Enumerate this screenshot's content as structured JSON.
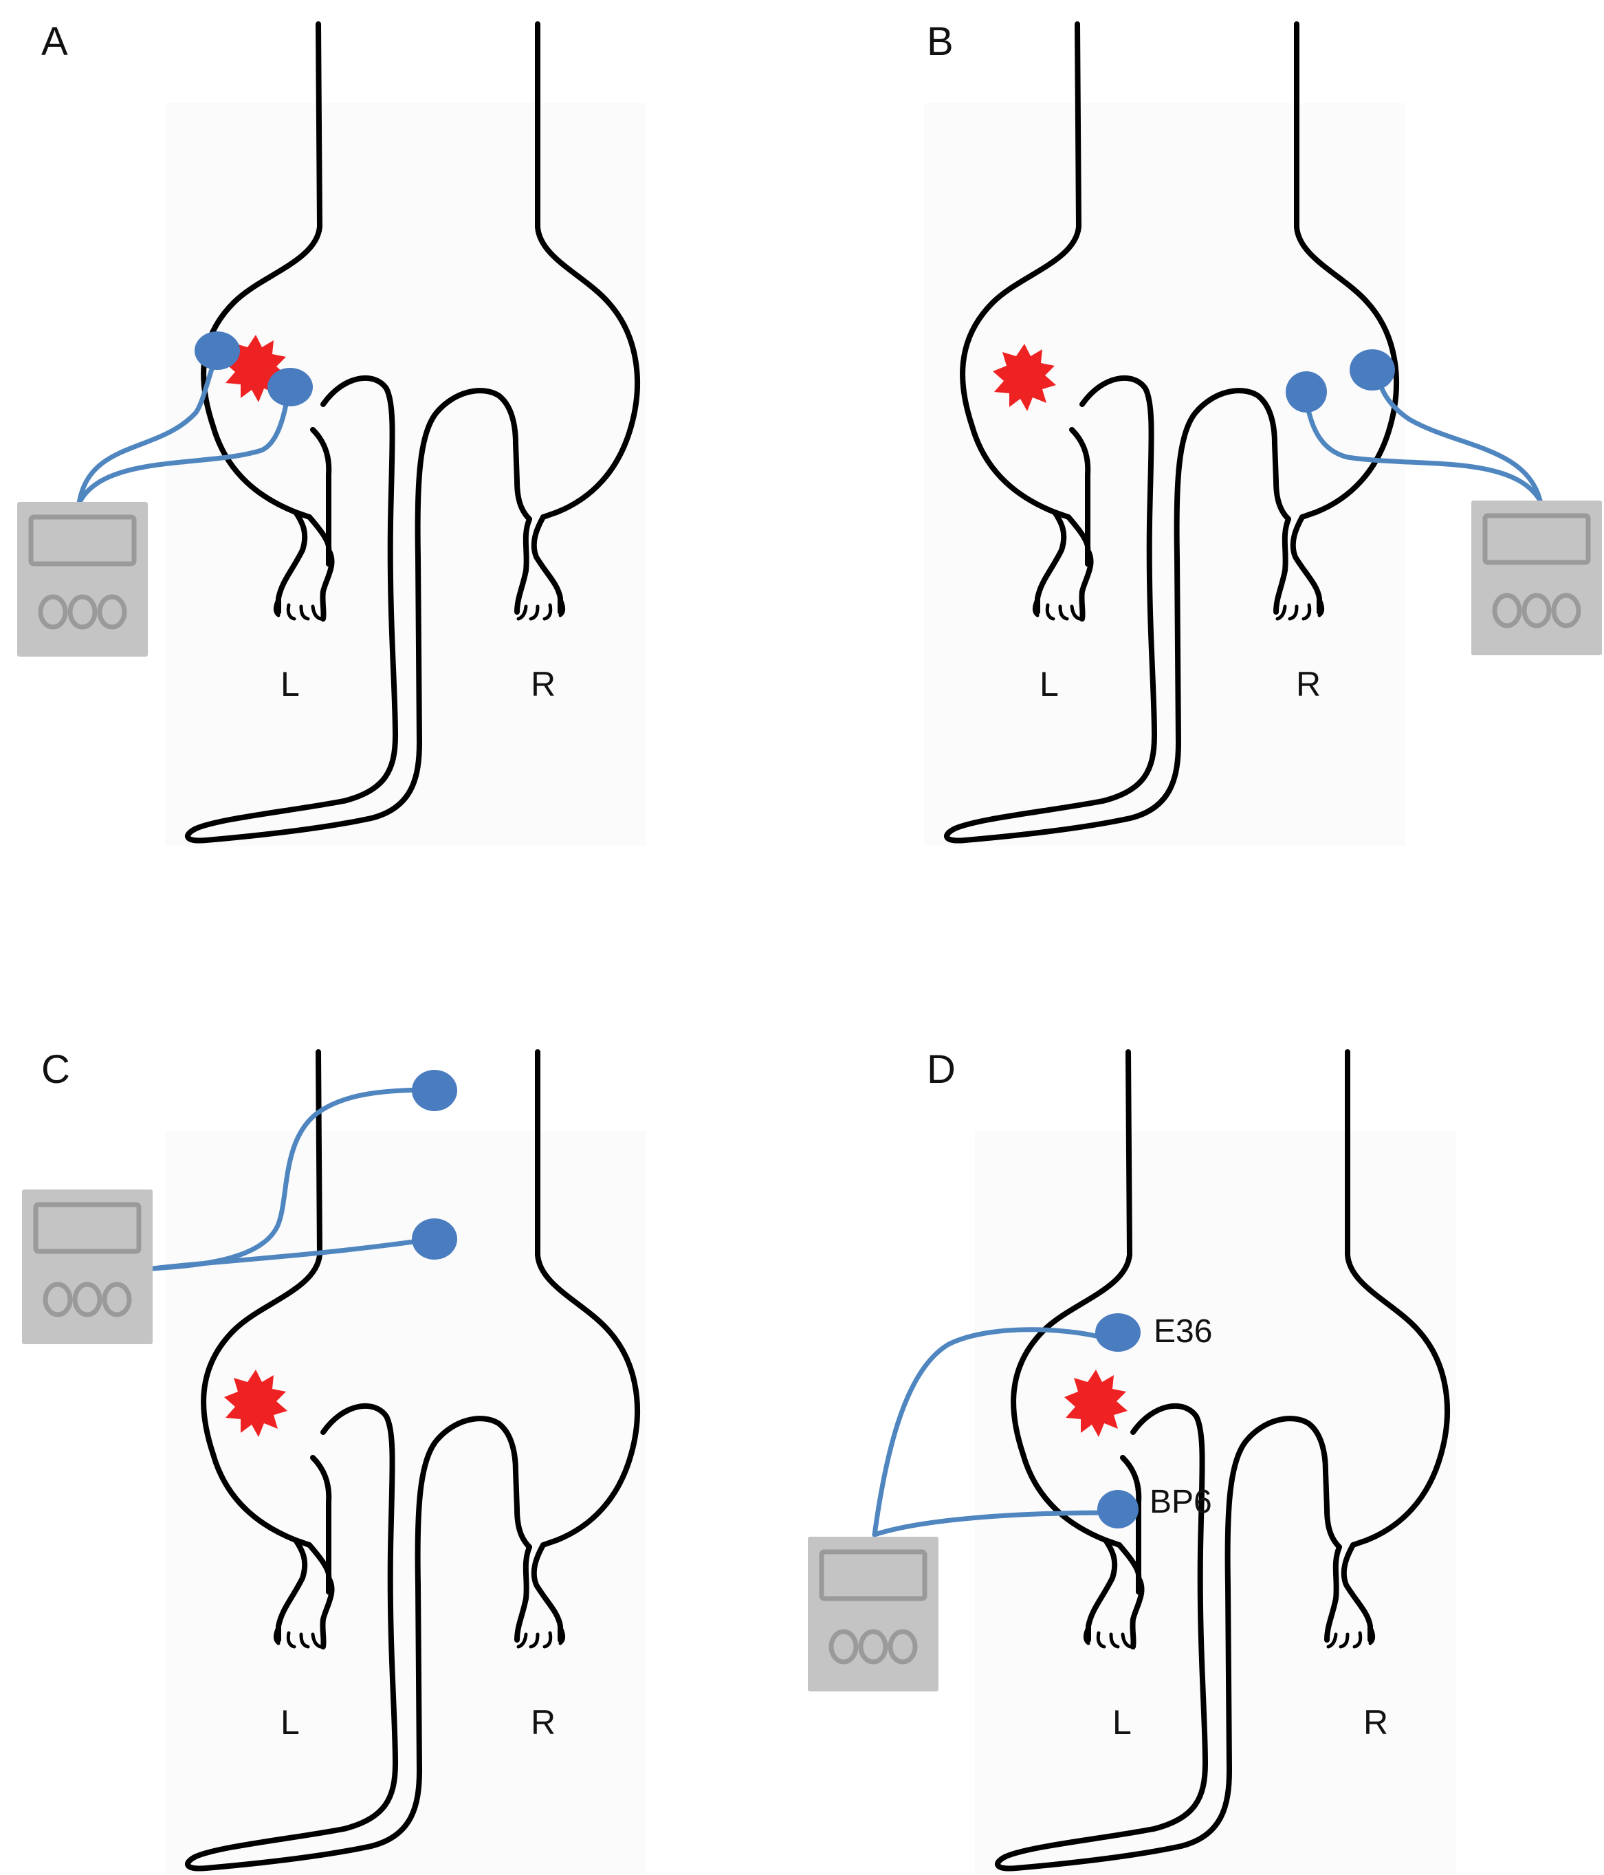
{
  "panels": [
    {
      "id": "A",
      "label": "A",
      "left_label": "L",
      "right_label": "R",
      "stimulation_site": "left hindlimb (at lesion)"
    },
    {
      "id": "B",
      "label": "B",
      "left_label": "L",
      "right_label": "R",
      "stimulation_site": "right hindlimb (contralateral to lesion)"
    },
    {
      "id": "C",
      "label": "C",
      "left_label": "L",
      "right_label": "R",
      "stimulation_site": "above body (remote)"
    },
    {
      "id": "D",
      "label": "D",
      "left_label": "L",
      "right_label": "R",
      "stimulation_site": "acupoints E36 and BP6",
      "acupoints": {
        "upper": "E36",
        "lower": "BP6"
      }
    }
  ],
  "colors": {
    "electrode": "#4a7cc0",
    "wire": "#4f86c0",
    "lesion": "#ee2222",
    "device": "#c4c4c4",
    "outline": "#000000"
  },
  "icons": [
    "stimulator-device-icon",
    "electrode-pad-icon",
    "lesion-star-icon"
  ]
}
